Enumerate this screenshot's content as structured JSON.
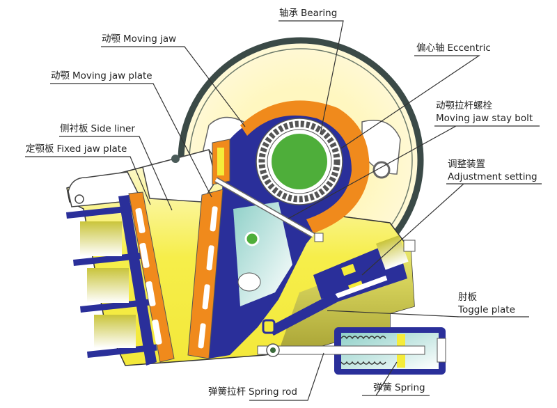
{
  "title": "Jaw crusher structure diagram",
  "colors": {
    "frame_blue": "#2a2f9a",
    "jaw_orange": "#f08a1c",
    "body_yellow": "#f5ec3a",
    "olive": "#b8b437",
    "eccentric_green": "#4eae3a",
    "flywheel_rim": "#3a4a48",
    "leader_line": "#333333"
  },
  "labels": {
    "bearing": {
      "zh": "轴承",
      "en": "Bearing"
    },
    "moving_jaw": {
      "zh": "动颚",
      "en": "Moving jaw"
    },
    "eccentric": {
      "zh": "偏心轴",
      "en": "Eccentric"
    },
    "moving_jaw_plate": {
      "zh": "动颚",
      "en": "Moving jaw plate"
    },
    "stay_bolt": {
      "zh": "动颚拉杆螺栓",
      "en": "Moving jaw stay bolt"
    },
    "side_liner": {
      "zh": "侧衬板",
      "en": "Side liner"
    },
    "fixed_jaw_plate": {
      "zh": "定颚板",
      "en": "Fixed jaw plate"
    },
    "adjustment": {
      "zh": "调整装置",
      "en": "Adjustment setting"
    },
    "toggle_plate": {
      "zh": "肘板",
      "en": "Toggle plate"
    },
    "spring_rod": {
      "zh": "弹簧拉杆",
      "en": "Spring rod"
    },
    "spring": {
      "zh": "弹簧",
      "en": "Spring"
    }
  }
}
